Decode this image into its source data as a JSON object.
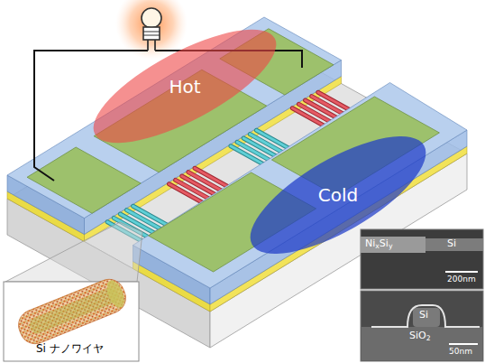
{
  "diagram": {
    "nodes": [
      {
        "text": [
          "Hot"
        ]
      },
      {
        "text": [
          "Cold"
        ]
      },
      {
        "text": [
          "Ni",
          "x",
          "Si",
          "y",
          "Si",
          "200nm"
        ]
      },
      {
        "text": [
          "Si ナノワイヤ"
        ]
      },
      {
        "text": [
          "Si",
          "SiO",
          "2",
          "50nm"
        ]
      }
    ]
  }
}
